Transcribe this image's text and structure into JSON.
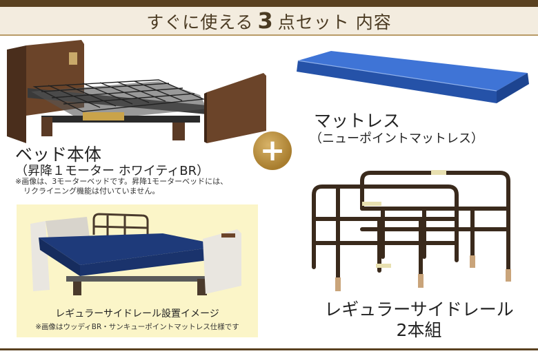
{
  "header": {
    "title_prefix": "すぐに使える",
    "title_number": "3",
    "title_suffix": "点セット 内容"
  },
  "bed": {
    "title": "ベッド本体",
    "subtitle": "（昇降１モーター ホワイティBR）",
    "note_line1": "※画像は、3モーターベッドです。昇降1モーターベッドには、",
    "note_line2": "リクライニング機能は付いていません。"
  },
  "plus_symbol": "+",
  "mattress": {
    "title": "マットレス",
    "subtitle": "（ニューポイントマットレス）"
  },
  "side_rail": {
    "title_line1": "レギュラーサイドレール",
    "title_line2": "2本組"
  },
  "install_image": {
    "caption": "レギュラーサイドレール設置イメージ",
    "note": "※画像はウッディBR・サンキューポイントマットレス仕様です"
  },
  "colors": {
    "brand_brown": "#5a4120",
    "title_bg": "#f3ecdf",
    "plus_gold": "#b8903e",
    "mattress_blue": "#2f5fbf",
    "photo_bg": "#fbf5c8"
  }
}
